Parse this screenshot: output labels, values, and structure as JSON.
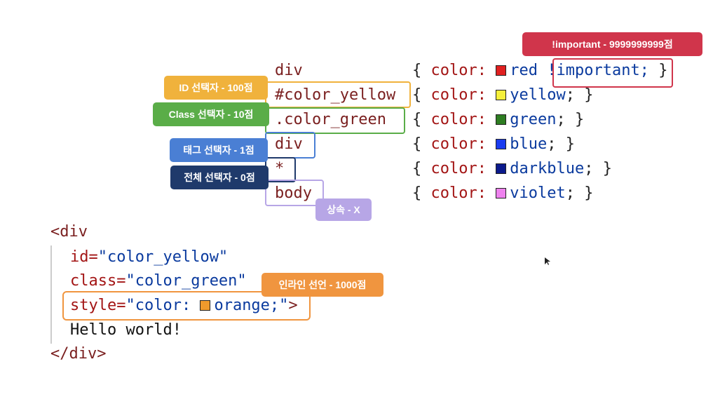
{
  "css_rules": [
    {
      "selector": "div",
      "prop": "color:",
      "value": "red",
      "suffix": "",
      "swatch": "#e02020"
    },
    {
      "selector": "#color_yellow",
      "prop": "color:",
      "value": "yellow",
      "suffix": "; }",
      "swatch": "#f5f03a"
    },
    {
      "selector": ".color_green",
      "prop": "color:",
      "value": "green",
      "suffix": "; }",
      "swatch": "#2e7d22"
    },
    {
      "selector": "div",
      "prop": "color:",
      "value": "blue",
      "suffix": "; }",
      "swatch": "#1a3cf0"
    },
    {
      "selector": "*",
      "prop": "color:",
      "value": "darkblue",
      "suffix": "; }",
      "swatch": "#0b1a8c"
    },
    {
      "selector": "body",
      "prop": "color:",
      "value": "violet",
      "suffix": "; }",
      "swatch": "#ee82ee"
    }
  ],
  "open_brace": "{",
  "important_text": "!important;",
  "close_brace": "}",
  "labels": {
    "important": "!important - 9999999999점",
    "id": "ID 선택자 - 100점",
    "class": "Class 선택자 - 10점",
    "tag": "태그 선택자 - 1점",
    "universal": "전체 선택자 - 0점",
    "inherit": "상속 - X",
    "inline": "인라인 선언 - 1000점"
  },
  "label_colors": {
    "important": "#d0354b",
    "id": "#f0b23c",
    "class": "#5aad48",
    "tag": "#4a7fd4",
    "universal": "#1f3a6b",
    "inherit": "#b7a6e6",
    "inline": "#f0953f"
  },
  "html_code": {
    "open_tag": "<div",
    "id_attr": "id=",
    "id_value": "\"color_yellow\"",
    "class_attr": "class=",
    "class_value": "\"color_green\"",
    "style_attr": "style=",
    "style_value_start": "\"color: ",
    "style_value_color": "orange;\"",
    "style_close": ">",
    "style_swatch": "#f09a2c",
    "text": "Hello world!",
    "close_tag": "</div>"
  }
}
